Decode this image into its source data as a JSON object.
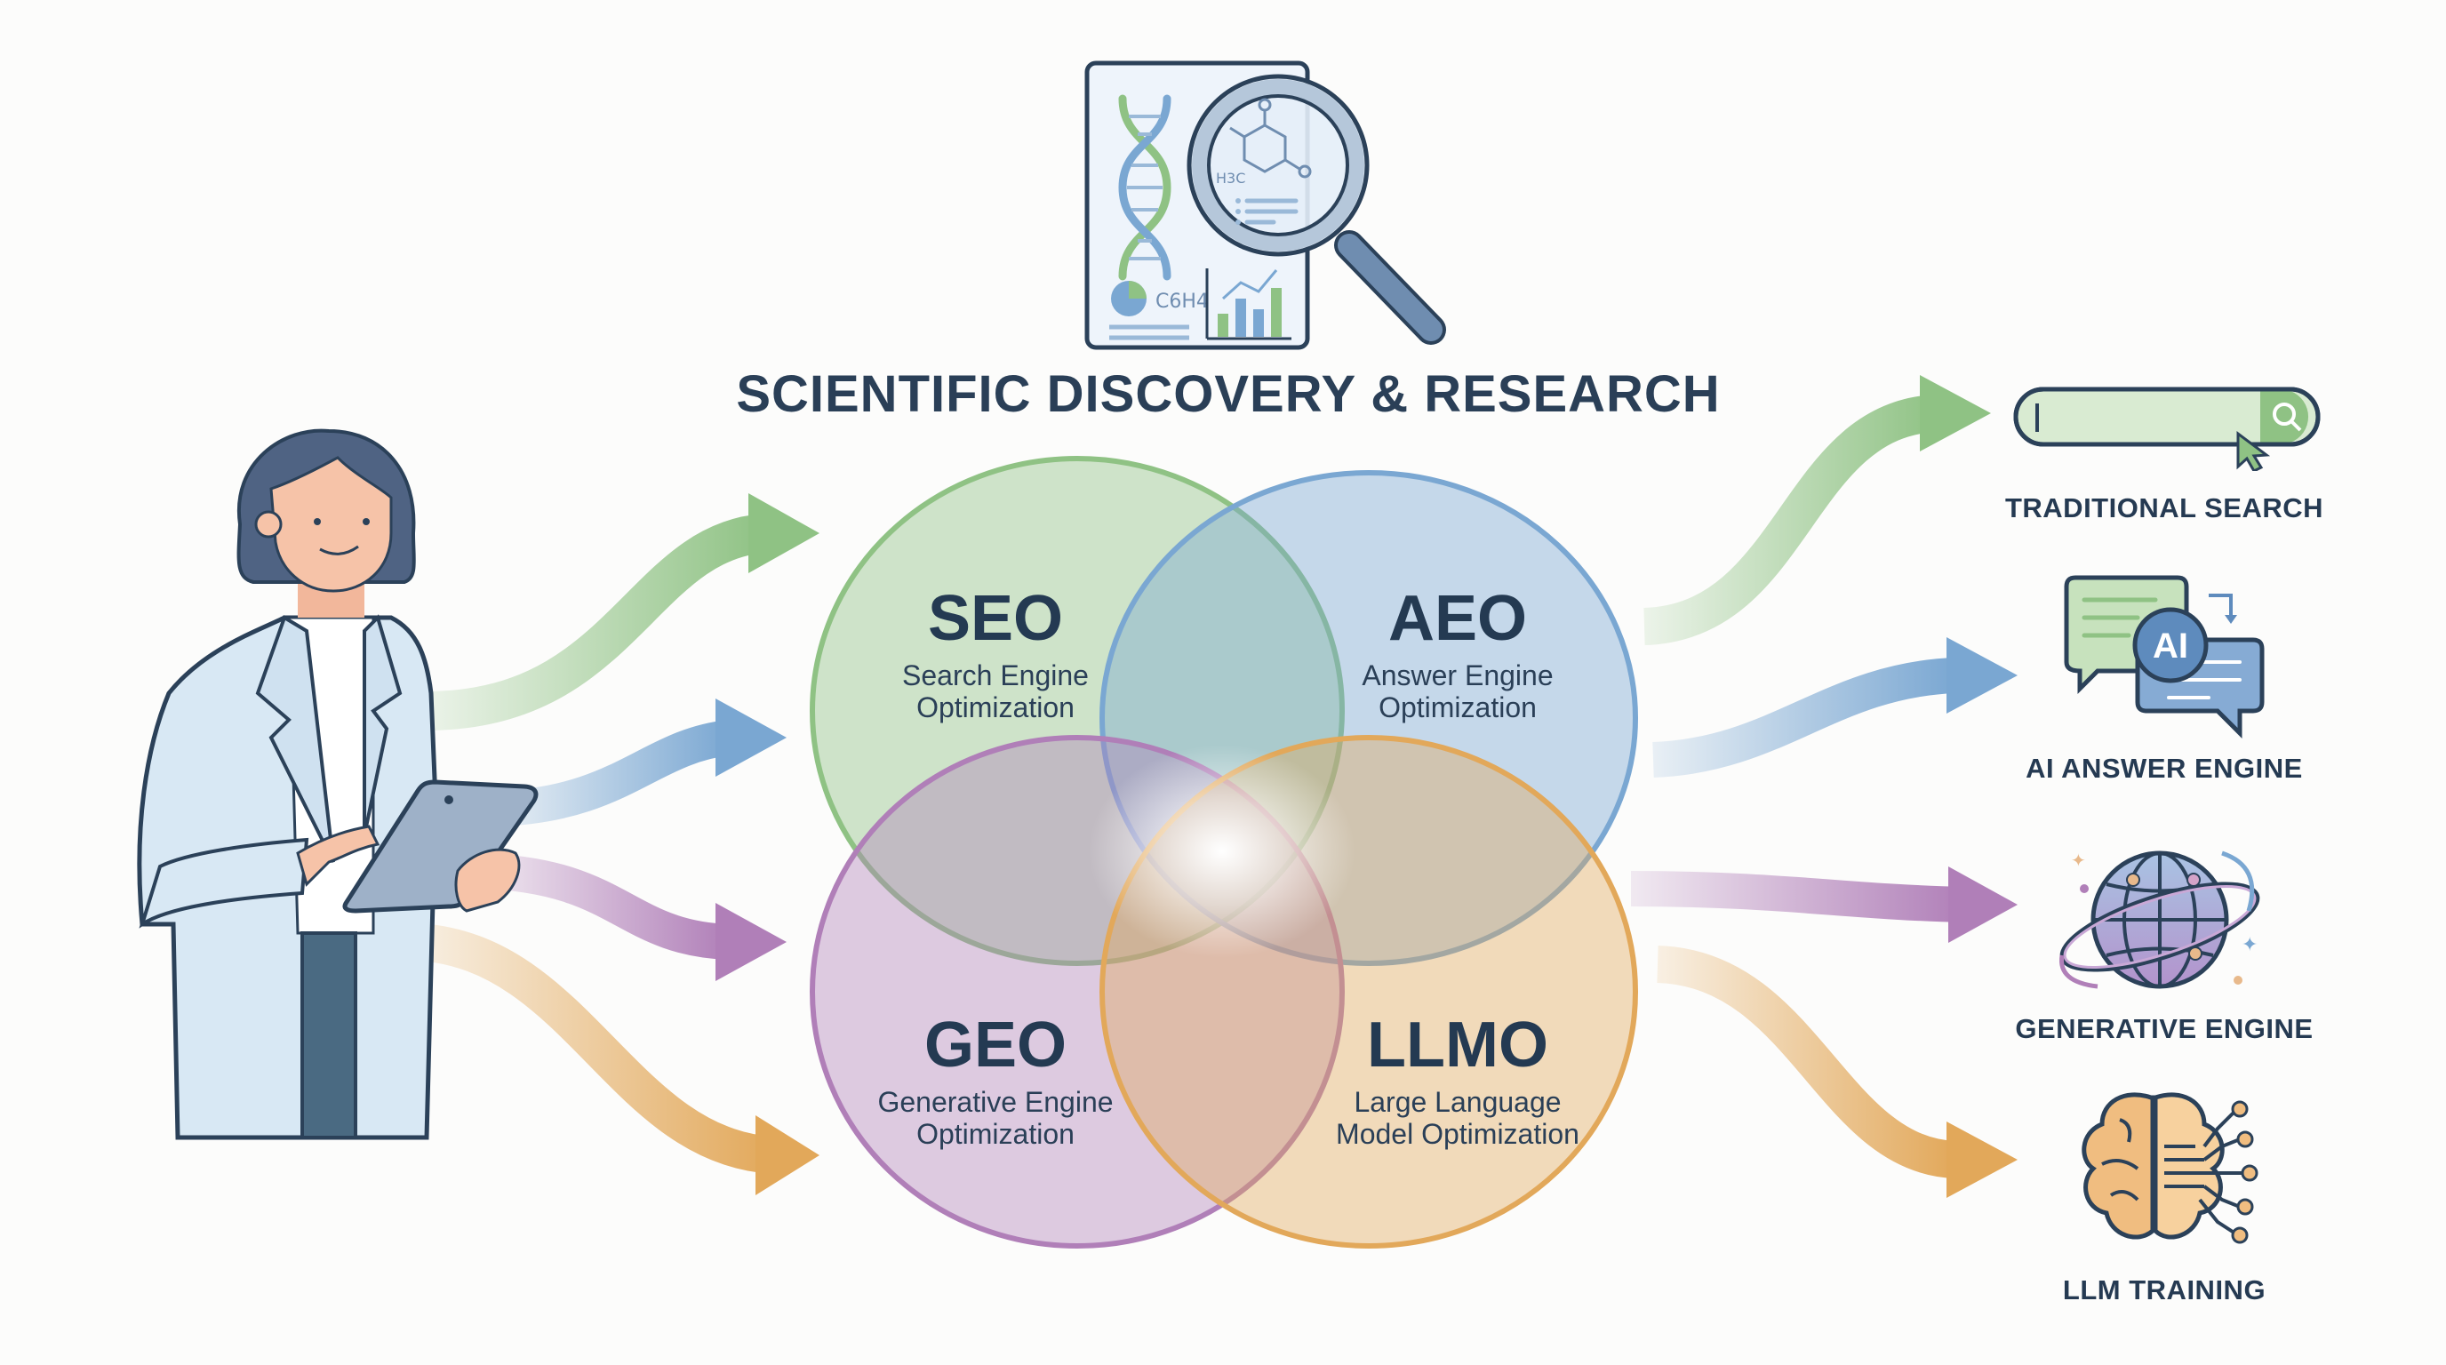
{
  "title": "SCIENTIFIC DISCOVERY & RESEARCH",
  "colors": {
    "text": "#253a52",
    "green": "#8fc284",
    "blue": "#7aa7d2",
    "purple": "#b07fb8",
    "orange": "#e2a85a",
    "outline": "#2b4159"
  },
  "top_icon": {
    "name": "research-document-magnifier-icon",
    "formulas": [
      "H3C",
      "C6H4"
    ]
  },
  "person": {
    "name": "scientist-with-tablet"
  },
  "venn": [
    {
      "id": "seo",
      "abbr": "SEO",
      "full_line1": "Search Engine",
      "full_line2": "Optimization",
      "color": "#8fc284"
    },
    {
      "id": "aeo",
      "abbr": "AEO",
      "full_line1": "Answer Engine",
      "full_line2": "Optimization",
      "color": "#7aa7d2"
    },
    {
      "id": "geo",
      "abbr": "GEO",
      "full_line1": "Generative Engine",
      "full_line2": "Optimization",
      "color": "#b07fb8"
    },
    {
      "id": "llmo",
      "abbr": "LLMO",
      "full_line1": "Large Language",
      "full_line2": "Model Optimization",
      "color": "#e2a85a"
    }
  ],
  "outputs": [
    {
      "label": "TRADITIONAL SEARCH",
      "icon": "search-bar-icon"
    },
    {
      "label": "AI ANSWER ENGINE",
      "icon": "ai-chat-bubbles-icon"
    },
    {
      "label": "GENERATIVE ENGINE",
      "icon": "globe-orbit-icon"
    },
    {
      "label": "LLM TRAINING",
      "icon": "brain-circuit-icon"
    }
  ],
  "ai_badge": "AI"
}
